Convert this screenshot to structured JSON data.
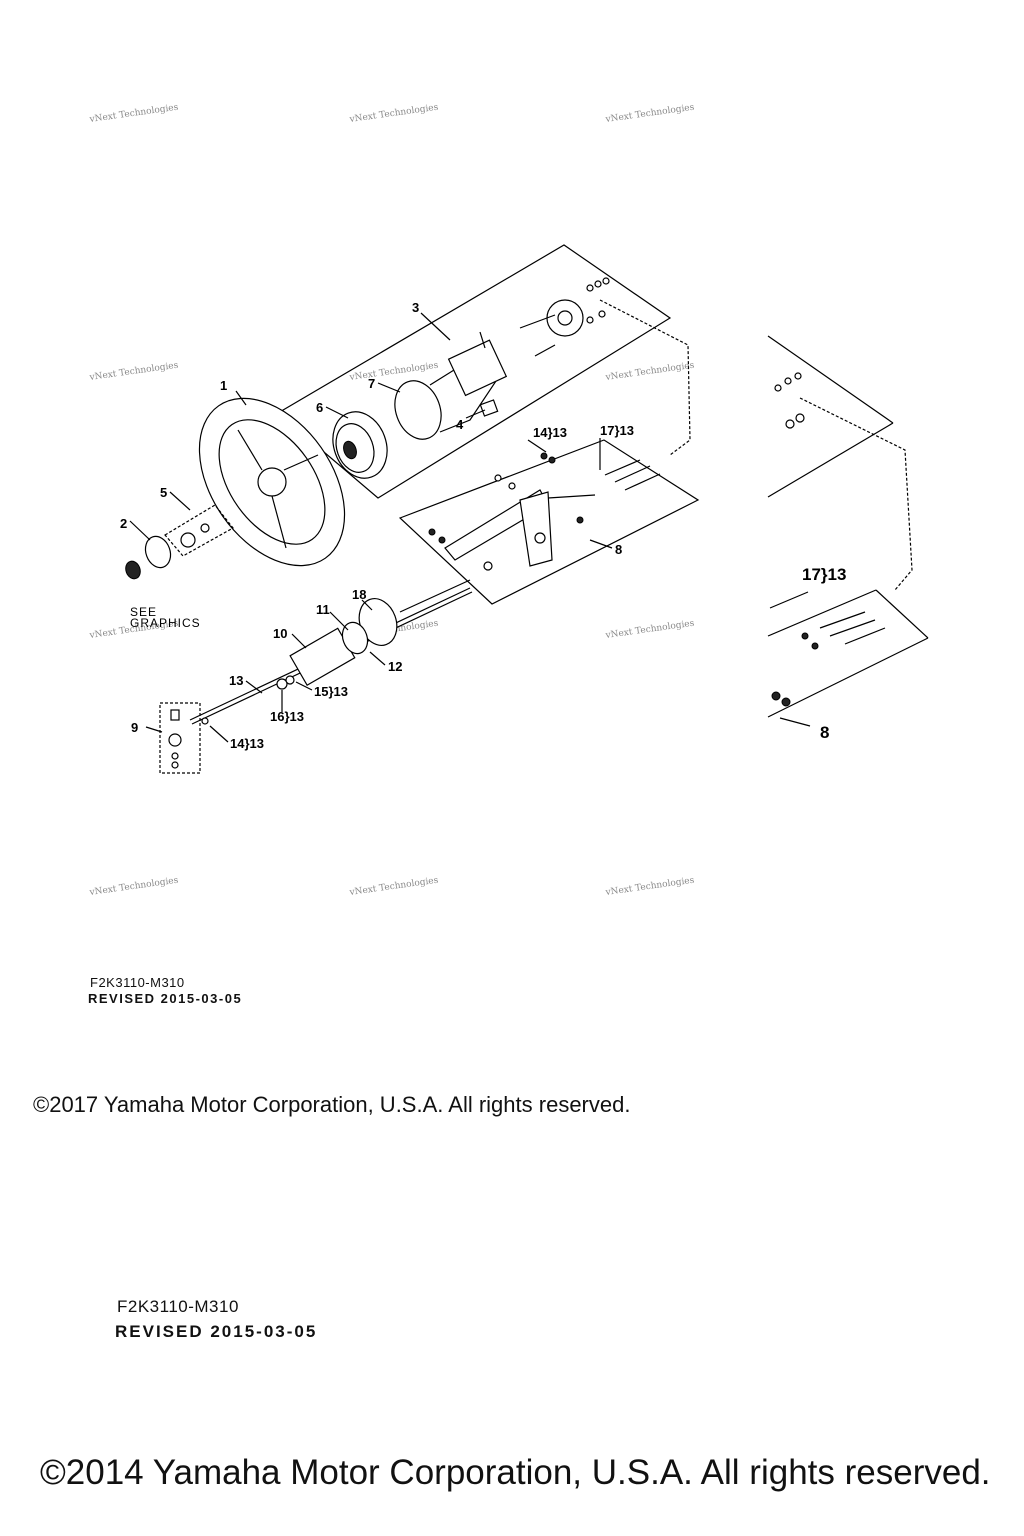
{
  "watermark": "vNext Technologies",
  "callouts": {
    "c1": "1",
    "c2": "2",
    "c3": "3",
    "c4": "4",
    "c5": "5",
    "c6": "6",
    "c7": "7",
    "c8": "8",
    "c9": "9",
    "c10": "10",
    "c11": "11",
    "c12": "12",
    "c13": "13",
    "c14": "14",
    "c15": "15",
    "c16": "16",
    "c17": "17",
    "c18": "18",
    "c8_detail": "8"
  },
  "grouped_callouts": {
    "g14_13_upper": "14}13",
    "g17_13_upper": "17}13",
    "g15_13": "15}13",
    "g16_13": "16}13",
    "g14_13_lower": "14}13",
    "g17_13_detail": "17}13"
  },
  "see_graphics": {
    "line1": "SEE",
    "line2": "GRAPHICS"
  },
  "document": {
    "code_small": "F2K3110-M310",
    "revised_small": "REVISED 2015-03-05",
    "copyright_small": "©2017 Yamaha Motor Corporation, U.S.A. All rights reserved.",
    "code_large": "F2K3110-M310",
    "revised_large": "REVISED 2015-03-05",
    "copyright_large": "©2014 Yamaha Motor Corporation, U.S.A. All rights reserved."
  }
}
